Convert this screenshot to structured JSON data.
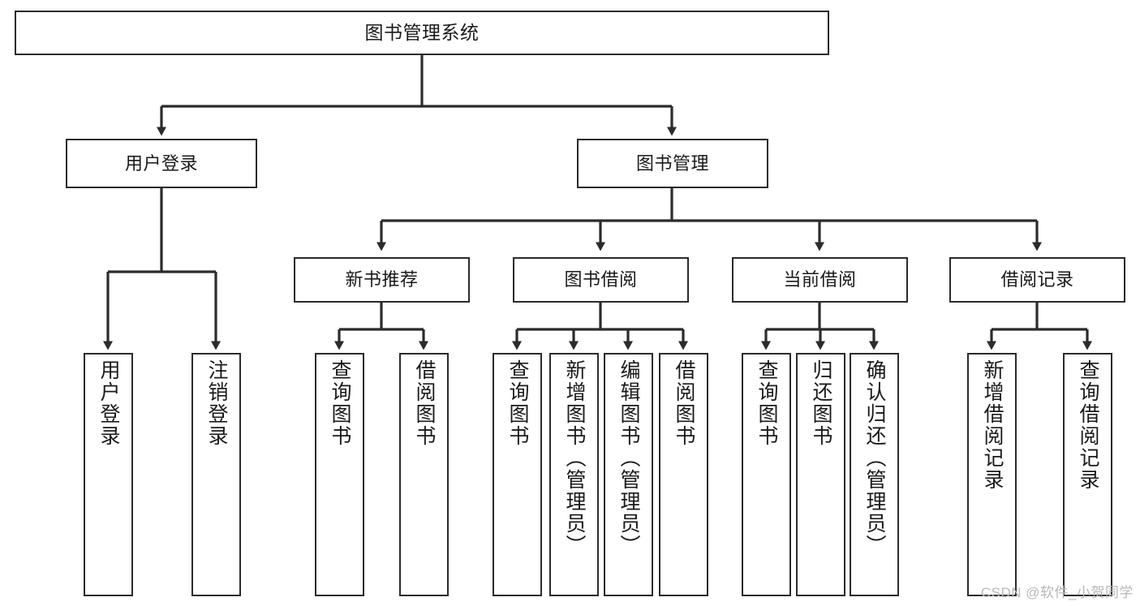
{
  "diagram": {
    "title": "图书管理系统",
    "type": "tree-hierarchy",
    "watermark": "CSDN @软件_小贺同学",
    "colors": {
      "box_border": "#2b2b2b",
      "box_fill": "#ffffff",
      "edge": "#2b2b2b",
      "text": "#1a1a1a",
      "watermark": "#b8b8b8"
    },
    "nodes": {
      "root": {
        "label": "图书管理系统"
      },
      "level2": [
        {
          "id": "user-login",
          "label": "用户登录"
        },
        {
          "id": "book-manage",
          "label": "图书管理"
        }
      ],
      "level3": [
        {
          "id": "new-book-recommend",
          "label": "新书推荐"
        },
        {
          "id": "book-borrow",
          "label": "图书借阅"
        },
        {
          "id": "current-borrow",
          "label": "当前借阅"
        },
        {
          "id": "borrow-record",
          "label": "借阅记录"
        }
      ],
      "leaves_user_login": [
        {
          "id": "leaf-user-login",
          "label": "用户登录"
        },
        {
          "id": "leaf-user-logout",
          "label": "注销登录"
        }
      ],
      "leaves_new_book_recommend": [
        {
          "id": "leaf-query-book-1",
          "label": "查询图书"
        },
        {
          "id": "leaf-borrow-book-1",
          "label": "借阅图书"
        }
      ],
      "leaves_book_borrow": [
        {
          "id": "leaf-query-book-2",
          "label": "查询图书"
        },
        {
          "id": "leaf-add-book",
          "label": "新增图书（管理员）"
        },
        {
          "id": "leaf-edit-book",
          "label": "编辑图书（管理员）"
        },
        {
          "id": "leaf-borrow-book-2",
          "label": "借阅图书"
        }
      ],
      "leaves_current_borrow": [
        {
          "id": "leaf-query-book-3",
          "label": "查询图书"
        },
        {
          "id": "leaf-return-book",
          "label": "归还图书"
        },
        {
          "id": "leaf-confirm-return",
          "label": "确认归还（管理员）"
        }
      ],
      "leaves_borrow_record": [
        {
          "id": "leaf-add-record",
          "label": "新增借阅记录"
        },
        {
          "id": "leaf-query-record",
          "label": "查询借阅记录"
        }
      ]
    }
  }
}
